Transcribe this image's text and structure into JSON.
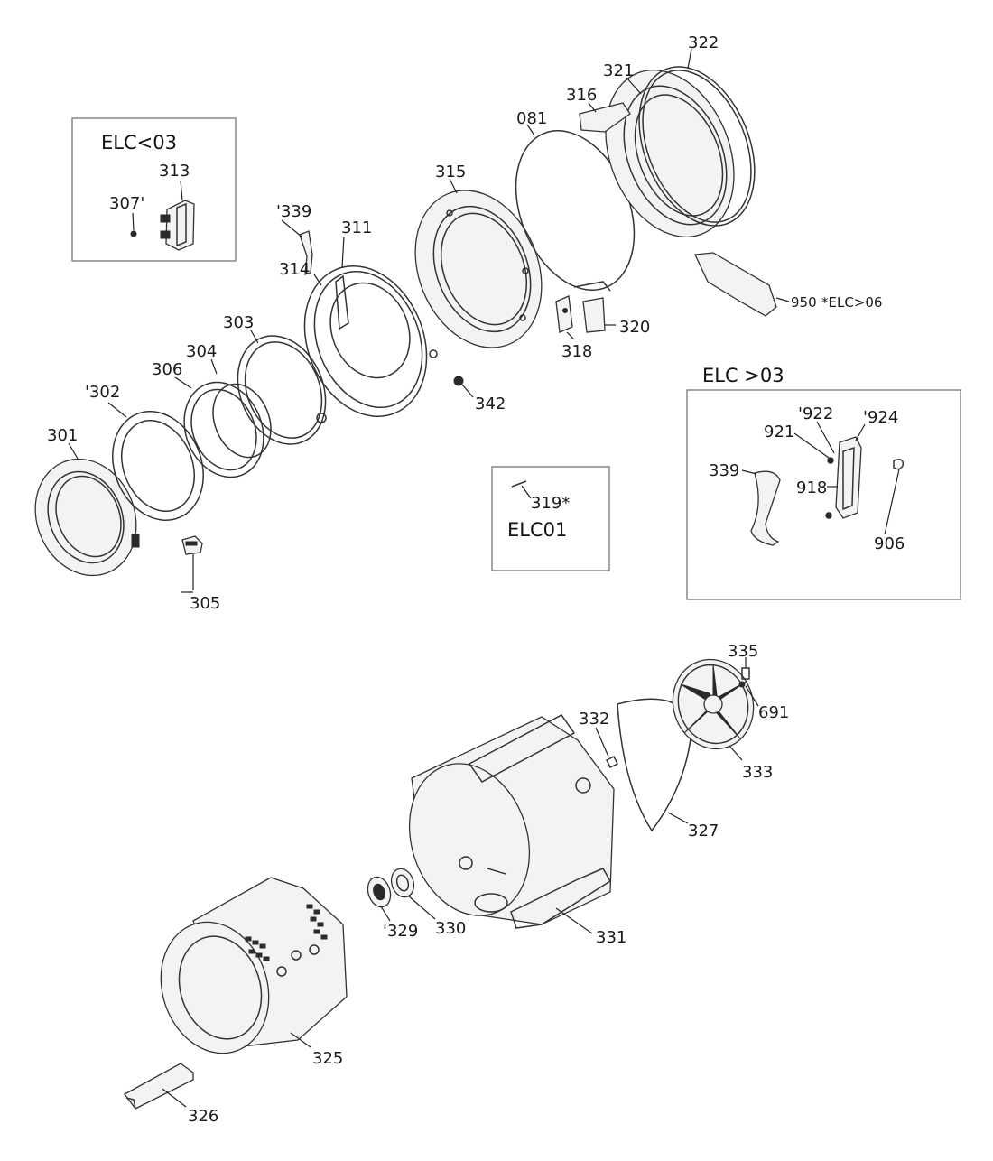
{
  "boxes": {
    "elc_lt_03": "ELC<03",
    "elc_gt_03": "ELC >03",
    "elc01": "ELC01"
  },
  "labels": {
    "p301": "301",
    "p302": "'302",
    "p303": "303",
    "p304": "304",
    "p305": "305",
    "p306": "306",
    "p307": "307'",
    "p311": "311",
    "p313": "313",
    "p314": "314",
    "p315": "315",
    "p316": "316",
    "p318": "318",
    "p319": "319*",
    "p320": "320",
    "p321": "321",
    "p322": "322",
    "p325": "325",
    "p326": "326",
    "p327": "327",
    "p329": "'329",
    "p330": "330",
    "p331": "331",
    "p332": "332",
    "p333": "333",
    "p335": "335",
    "p339a": "'339",
    "p339b": "339",
    "p342": "342",
    "p691": "691",
    "p081": "081",
    "p906": "906",
    "p918": "918",
    "p921": "921",
    "p922": "'922",
    "p924": "'924",
    "p950": "950",
    "p950_note": "*ELC>06"
  }
}
